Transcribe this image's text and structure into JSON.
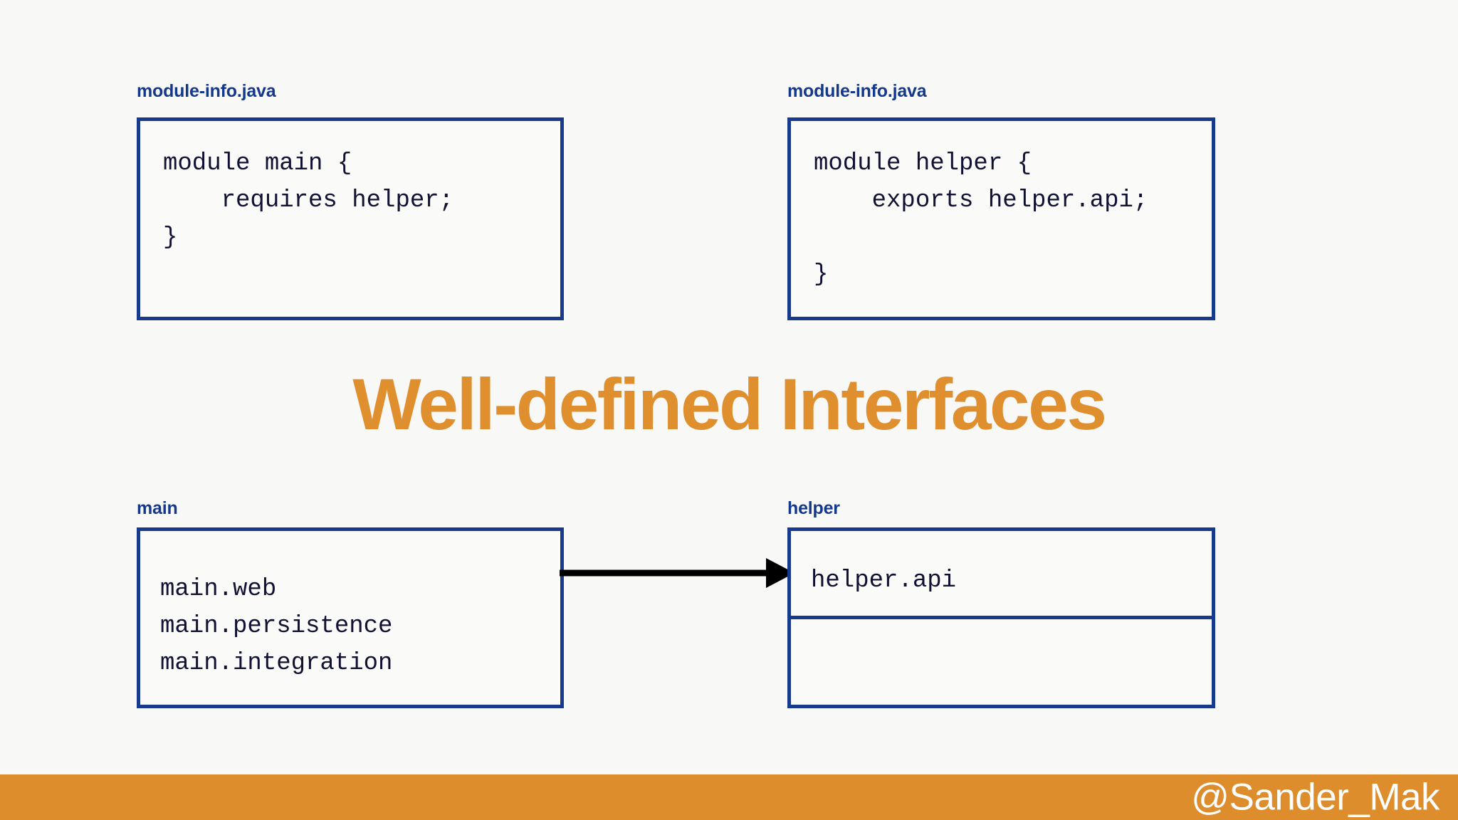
{
  "slide": {
    "background_color": "#f8f8f6",
    "headline": "Well-defined Interfaces",
    "headline_color": "#df8f2e",
    "accent_color": "#dd8d2b",
    "border_color": "#173a8d",
    "label_color": "#14388c",
    "code_color": "#111133"
  },
  "code_panels": [
    {
      "label": "module-info.java",
      "code": "module main {\n    requires helper;\n}"
    },
    {
      "label": "module-info.java",
      "code": "module helper {\n    exports helper.api;\n\n}"
    }
  ],
  "modules": [
    {
      "label": "main",
      "packages": "main.web\nmain.persistence\nmain.integration"
    },
    {
      "label": "helper",
      "exported_packages": "helper.api",
      "internal_packages": ""
    }
  ],
  "arrow": {
    "name": "dependency-arrow",
    "from": "main",
    "to": "helper"
  },
  "footer": {
    "handle": "@Sander_Mak"
  }
}
